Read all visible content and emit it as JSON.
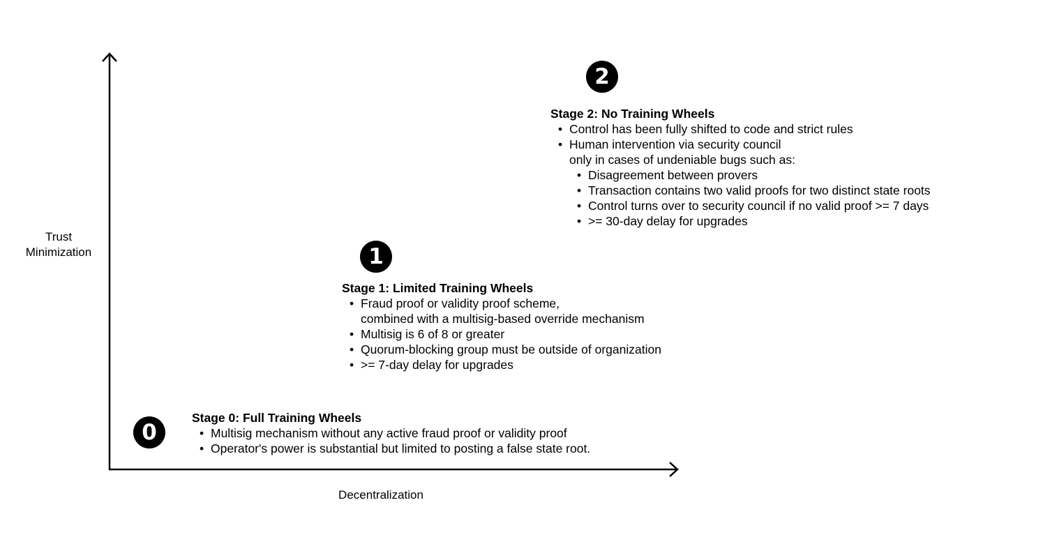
{
  "axes": {
    "y_label": [
      "Trust",
      "Minimization"
    ],
    "x_label": "Decentralization"
  },
  "stages": [
    {
      "badge": "0",
      "title": "Stage 0:  Full Training Wheels",
      "bullets": [
        {
          "lines": [
            "Multisig mechanism without any active fraud proof or validity proof"
          ]
        },
        {
          "lines": [
            "Operator's power is substantial but limited to posting a false state root."
          ]
        }
      ]
    },
    {
      "badge": "1",
      "title": "Stage 1:  Limited Training Wheels",
      "bullets": [
        {
          "lines": [
            "Fraud proof or validity proof scheme,",
            "combined with a multisig-based override mechanism"
          ]
        },
        {
          "lines": [
            "Multisig is 6 of 8 or greater"
          ]
        },
        {
          "lines": [
            "Quorum-blocking group must be outside of organization"
          ]
        },
        {
          "lines": [
            ">= 7-day delay for upgrades"
          ]
        }
      ]
    },
    {
      "badge": "2",
      "title": "Stage 2: No Training Wheels",
      "bullets": [
        {
          "lines": [
            "Control has been fully shifted to code and strict rules"
          ]
        },
        {
          "lines": [
            "Human intervention via security council",
            "only in cases of undeniable bugs such as:"
          ],
          "sub_bullets": [
            "Disagreement between provers",
            "Transaction contains two valid proofs for two distinct state roots",
            "Control turns over to security council if no valid proof >= 7 days",
            ">= 30-day delay for upgrades"
          ]
        }
      ]
    }
  ],
  "colors": {
    "ink": "#000000",
    "background": "#ffffff",
    "badge_text": "#ffffff"
  }
}
